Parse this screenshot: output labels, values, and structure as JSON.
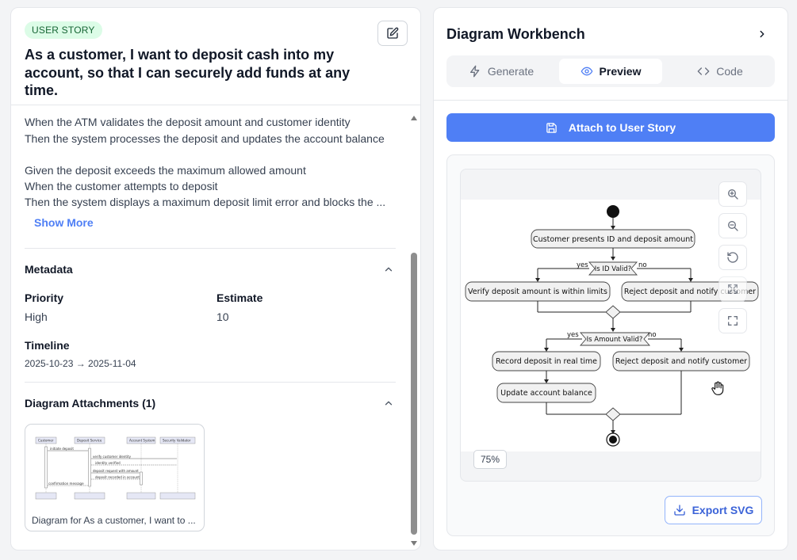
{
  "story": {
    "badge": "USER STORY",
    "title": "As a customer, I want to deposit cash into my account, so that I can securely add funds at any time.",
    "criteria_lines": [
      "When the ATM validates the deposit amount and customer identity",
      "Then the system processes the deposit and updates the account balance",
      "",
      "Given the deposit exceeds the maximum allowed amount",
      "When the customer attempts to deposit",
      "Then the system displays a maximum deposit limit error and blocks the ..."
    ],
    "show_more": "Show More"
  },
  "metadata": {
    "title": "Metadata",
    "priority_label": "Priority",
    "priority_value": "High",
    "estimate_label": "Estimate",
    "estimate_value": "10",
    "timeline_label": "Timeline",
    "timeline_value": "2025-10-23 → 2025-11-04"
  },
  "attachments": {
    "title": "Diagram Attachments (1)",
    "thumb_caption": "Diagram for As a customer, I want to ...",
    "thumb_participants": [
      "Customer",
      "Deposit Service",
      "Account System",
      "Security Validator"
    ],
    "thumb_messages": [
      "initiate deposit",
      "verify customer identity",
      "identity verified",
      "deposit request with amount",
      "deposit recorded in account",
      "confirmation message"
    ]
  },
  "workbench": {
    "title": "Diagram Workbench",
    "tabs": [
      {
        "label": "Generate",
        "icon": "lightning-icon",
        "active": false
      },
      {
        "label": "Preview",
        "icon": "eye-icon",
        "active": true
      },
      {
        "label": "Code",
        "icon": "code-icon",
        "active": false
      }
    ],
    "attach_label": "Attach to User Story",
    "zoom": "75%",
    "export_label": "Export SVG"
  },
  "diagram": {
    "n_present": "Customer presents ID and deposit amount",
    "d_id": "Is ID Valid?",
    "yes1": "yes",
    "no1": "no",
    "n_verify": "Verify deposit amount is within limits",
    "n_reject1": "Reject deposit and notify customer",
    "d_amount": "Is Amount Valid?",
    "yes2": "yes",
    "no2": "no",
    "n_record": "Record deposit in real time",
    "n_reject2": "Reject deposit and notify customer",
    "n_update": "Update account balance"
  },
  "colors": {
    "accent": "#4f7ff5",
    "badge_bg": "#dcfce7",
    "badge_text": "#166534",
    "node_fill": "#f1f1f1"
  }
}
